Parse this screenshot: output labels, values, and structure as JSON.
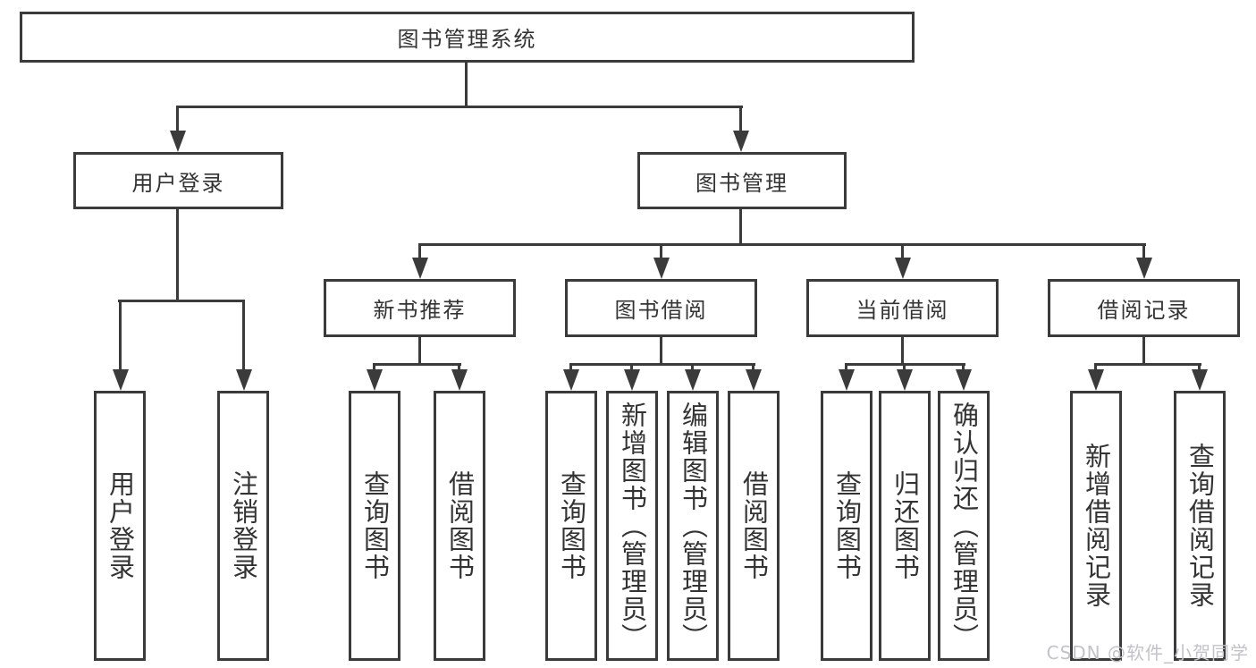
{
  "diagram": {
    "root": {
      "label": "图书管理系统"
    },
    "level2": [
      {
        "label": "用户登录"
      },
      {
        "label": "图书管理"
      }
    ],
    "level3": [
      {
        "label": "新书推荐"
      },
      {
        "label": "图书借阅"
      },
      {
        "label": "当前借阅"
      },
      {
        "label": "借阅记录"
      }
    ],
    "leaves": {
      "user_login": [
        "用户登录",
        "注销登录"
      ],
      "new_books": [
        "查询图书",
        "借阅图书"
      ],
      "book_borrow": [
        "查询图书",
        "新增图书（管理员）",
        "编辑图书（管理员）",
        "借阅图书"
      ],
      "current_borrow": [
        "查询图书",
        "归还图书",
        "确认归还（管理员）"
      ],
      "borrow_records": [
        "新增借阅记录",
        "查询借阅记录"
      ]
    }
  },
  "watermark": {
    "text": "CSDN @软件_小贺同学",
    "color": "#c0c3c9"
  },
  "colors": {
    "line": "#3b3b3b",
    "box_background": "#ffffff",
    "text": "#333333"
  }
}
